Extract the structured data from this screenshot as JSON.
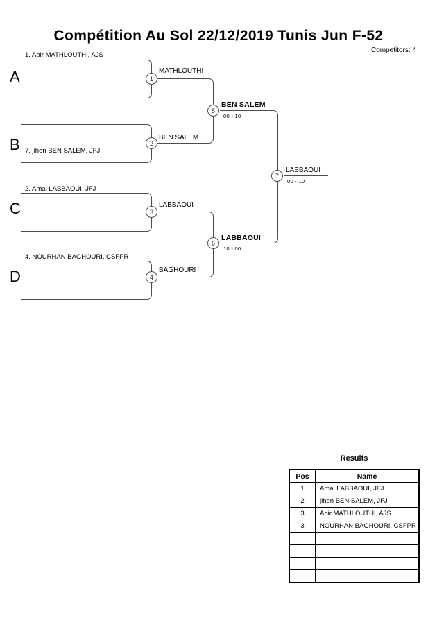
{
  "header": {
    "title": "Compétition  Au Sol  22/12/2019  Tunis   Jun F-52",
    "competitors": "Competitors: 4"
  },
  "bracket": {
    "groups": [
      {
        "letter": "A",
        "entry": "1. Abir MATHLOUTHI, AJS"
      },
      {
        "letter": "B",
        "entry": "7. jihen BEN SALEM, JFJ"
      },
      {
        "letter": "C",
        "entry": "2. Amal LABBAOUI, JFJ"
      },
      {
        "letter": "D",
        "entry": "4. NOURHAN BAGHOURI, CSFPR"
      }
    ],
    "matches": [
      {
        "number": "1",
        "winner": "MATHLOUTHI",
        "score": ""
      },
      {
        "number": "2",
        "winner": "BEN SALEM",
        "score": ""
      },
      {
        "number": "3",
        "winner": "LABBAOUI",
        "score": ""
      },
      {
        "number": "4",
        "winner": "BAGHOURI",
        "score": ""
      },
      {
        "number": "5",
        "winner": "BEN SALEM",
        "score": "00 - 10"
      },
      {
        "number": "6",
        "winner": "LABBAOUI",
        "score": "10 - 00"
      },
      {
        "number": "7",
        "winner": "LABBAOUI",
        "score": "00 - 10"
      }
    ]
  },
  "results": {
    "title": "Results",
    "columns": {
      "pos": "Pos",
      "name": "Name"
    },
    "rows": [
      {
        "pos": "1",
        "name": "Amal LABBAOUI, JFJ"
      },
      {
        "pos": "2",
        "name": "jihen BEN SALEM, JFJ"
      },
      {
        "pos": "3",
        "name": "Abir MATHLOUTHI, AJS"
      },
      {
        "pos": "3",
        "name": "NOURHAN BAGHOURI, CSFPR"
      },
      {
        "pos": "",
        "name": ""
      },
      {
        "pos": "",
        "name": ""
      },
      {
        "pos": "",
        "name": ""
      },
      {
        "pos": "",
        "name": ""
      }
    ]
  }
}
